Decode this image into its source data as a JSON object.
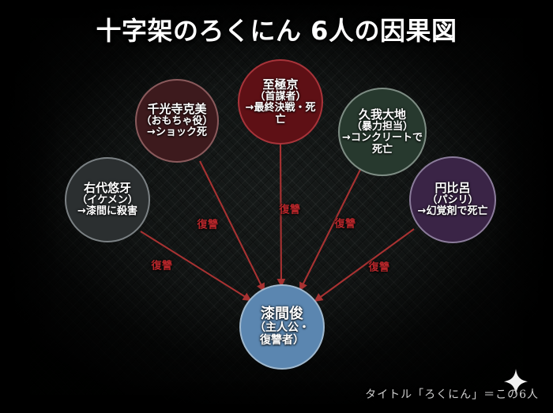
{
  "title": "十字架のろくにん 6人の因果図",
  "caption": "タイトル「ろくにん」＝この6人",
  "colors": {
    "background": "#161a19",
    "edge": "#a83232",
    "edge_label": "#b4262a",
    "title_text": "#ffffff"
  },
  "center_node": {
    "name": "漆間俊",
    "role_line1": "（主人公・",
    "role_line2": "復讐者）",
    "fill": "#5b86b0",
    "stroke": "#9fb8ce"
  },
  "nodes": [
    {
      "id": "udai",
      "name": "右代悠牙",
      "role": "（イケメン）",
      "fate": "→漆間に殺害",
      "fill": "#2b2f30",
      "stroke": "#7b8184"
    },
    {
      "id": "senkouji",
      "name": "千光寺克美",
      "role": "（おもちゃ役）",
      "fate": "→ショック死",
      "fill": "#3d1a1d",
      "stroke": "#8a5a5c"
    },
    {
      "id": "shigoku",
      "name": "至極京",
      "role": "（首謀者）",
      "fate": "→最終決戦・死亡",
      "fill": "#5e1015",
      "stroke": "#a8343a"
    },
    {
      "id": "kuga",
      "name": "久我大地",
      "role": "（暴力担当）",
      "fate": "→コンクリートで死亡",
      "fill": "#27392e",
      "stroke": "#7e8d84"
    },
    {
      "id": "madoka",
      "name": "円比呂",
      "role": "（パシリ）",
      "fate": "→幻覚剤で死亡",
      "fill": "#3a2446",
      "stroke": "#8b7c9b"
    }
  ],
  "edges": [
    {
      "from": "udai",
      "label": "復讐"
    },
    {
      "from": "senkouji",
      "label": "復讐"
    },
    {
      "from": "shigoku",
      "label": "復讐"
    },
    {
      "from": "kuga",
      "label": "復讐"
    },
    {
      "from": "madoka",
      "label": "復讐"
    }
  ],
  "icons": {
    "sparkle": "sparkle-icon"
  }
}
